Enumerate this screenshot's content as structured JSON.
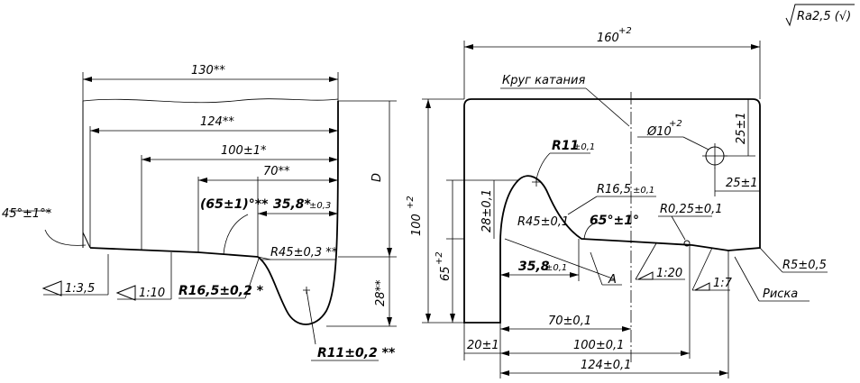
{
  "roughness": "Ra2,5 (√)",
  "left_profile": {
    "dim_130": "130**",
    "dim_124": "124**",
    "dim_100": "100±1*",
    "dim_70": "70**",
    "dim_65": "(65±1)°**",
    "dim_358": "35,8*",
    "dim_358_tol": "±0,3",
    "dim_D": "D",
    "dim_r45": "R45±0,3 **",
    "dim_28": "28**",
    "dim_45deg": "45°±1°*",
    "dim_taper_135": "1:3,5",
    "dim_taper_110": "1:10",
    "dim_r165": "R16,5±0,2 *",
    "dim_r11": "R11±0,2 **"
  },
  "right_profile": {
    "dim_160": "160",
    "dim_160_tol": "+2",
    "label_krug": "Круг катания",
    "dim_phi10": "Ø10",
    "dim_phi10_tol": "+2",
    "dim_25_top": "25±1",
    "dim_25_bot": "25±1",
    "dim_r11": "R11",
    "dim_r11_tol": "±0,1",
    "dim_r165": "R16,5",
    "dim_r165_tol": "±0,1",
    "dim_28": "28±0,1",
    "dim_r45": "R45±0,1",
    "dim_65deg": "65°±1°",
    "dim_r025": "R0,25±0,1",
    "dim_100": "100",
    "dim_100_tol": "+2",
    "dim_65": "65",
    "dim_65_tol": "+2",
    "dim_358": "35,8",
    "dim_358_tol": "±0,1",
    "label_A": "A",
    "dim_taper_120": "1:20",
    "dim_taper_17": "1:7",
    "dim_r5": "R5±0,5",
    "label_riska": "Риска",
    "dim_70": "70±0,1",
    "dim_20": "20±1",
    "dim_100b": "100±0,1",
    "dim_124": "124±0,1"
  }
}
